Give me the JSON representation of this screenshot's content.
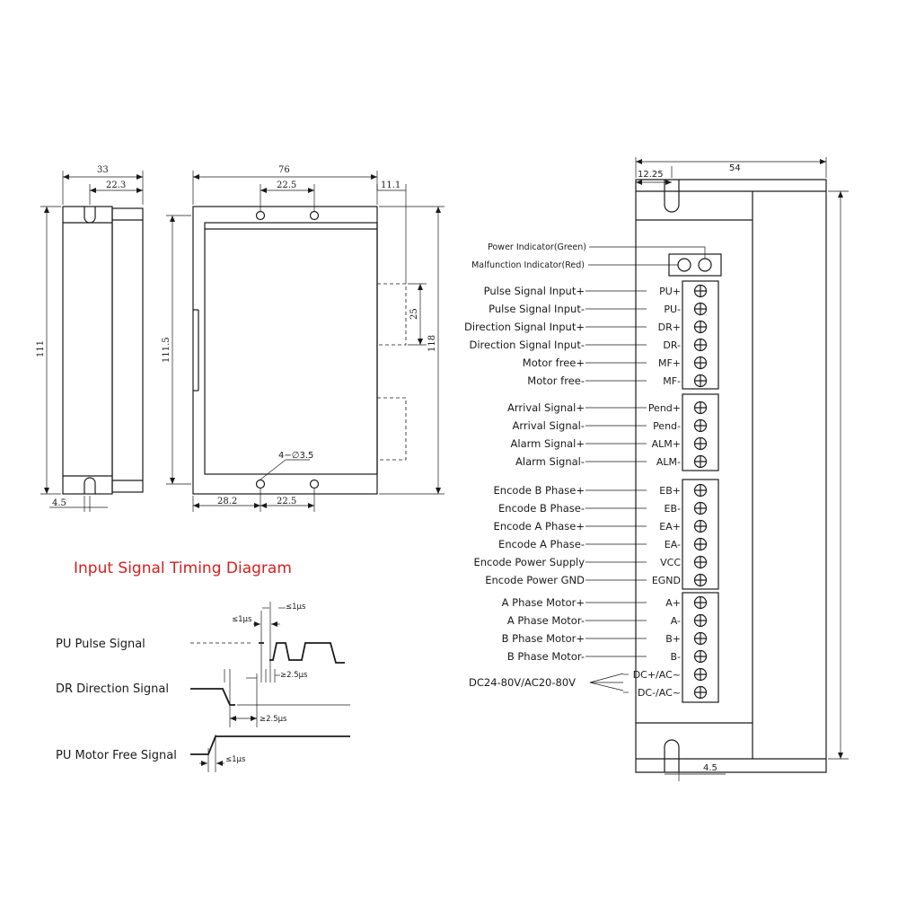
{
  "side_view": {
    "width_dim": "33",
    "hole_offset_dim": "22.3",
    "height_dim": "111",
    "bottom_dim": "4.5"
  },
  "front_view": {
    "width_dim": "76",
    "hole_spacing_dim": "22.5",
    "right_offset_dim": "11.1",
    "connector_dim": "25",
    "height_dim": "111.5",
    "total_height_dim": "118",
    "hole_spec": "4−∅3.5",
    "bottom_left_dim": "28.2",
    "bottom_spacing_dim": "22.5"
  },
  "wiring_view": {
    "top_offset_dim": "12.25",
    "width_dim": "54",
    "bottom_dim": "4.5",
    "indicators": [
      {
        "label": "Power Indicator(Green)"
      },
      {
        "label": "Malfunction Indicator(Red)"
      }
    ],
    "groups": [
      {
        "pins": [
          {
            "signal": "Pulse Signal Input+",
            "terminal": "PU+"
          },
          {
            "signal": "Pulse Signal Input-",
            "terminal": "PU-"
          },
          {
            "signal": "Direction Signal Input+",
            "terminal": "DR+"
          },
          {
            "signal": "Direction Signal Input-",
            "terminal": "DR-"
          },
          {
            "signal": "Motor free+",
            "terminal": "MF+"
          },
          {
            "signal": "Motor free-",
            "terminal": "MF-"
          }
        ]
      },
      {
        "pins": [
          {
            "signal": "Arrival Signal+",
            "terminal": "Pend+"
          },
          {
            "signal": "Arrival Signal-",
            "terminal": "Pend-"
          },
          {
            "signal": "Alarm Signal+",
            "terminal": "ALM+"
          },
          {
            "signal": "Alarm Signal-",
            "terminal": "ALM-"
          }
        ]
      },
      {
        "pins": [
          {
            "signal": "Encode B Phase+",
            "terminal": "EB+"
          },
          {
            "signal": "Encode B Phase-",
            "terminal": "EB-"
          },
          {
            "signal": "Encode A Phase+",
            "terminal": "EA+"
          },
          {
            "signal": "Encode A Phase-",
            "terminal": "EA-"
          },
          {
            "signal": "Encode Power Supply",
            "terminal": "VCC"
          },
          {
            "signal": "Encode Power GND",
            "terminal": "EGND"
          }
        ]
      },
      {
        "pins": [
          {
            "signal": "A Phase Motor+",
            "terminal": "A+"
          },
          {
            "signal": "A Phase Motor-",
            "terminal": "A-"
          },
          {
            "signal": "B Phase Motor+",
            "terminal": "B+"
          },
          {
            "signal": "B Phase Motor-",
            "terminal": "B-"
          },
          {
            "signal": "",
            "terminal": "DC+/AC~"
          },
          {
            "signal": "",
            "terminal": "DC-/AC~"
          }
        ]
      }
    ],
    "power_label": "DC24-80V/AC20-80V"
  },
  "timing": {
    "title": "Input Signal Timing Diagram",
    "signals": [
      "PU  Pulse Signal",
      "DR  Direction Signal",
      "PU  Motor Free Signal"
    ],
    "annotations": {
      "t1": "≤1μs",
      "t2": "≤1μs",
      "t3": "≥2.5μs",
      "t4": "≥2.5μs",
      "t5": "≤1μs"
    }
  }
}
